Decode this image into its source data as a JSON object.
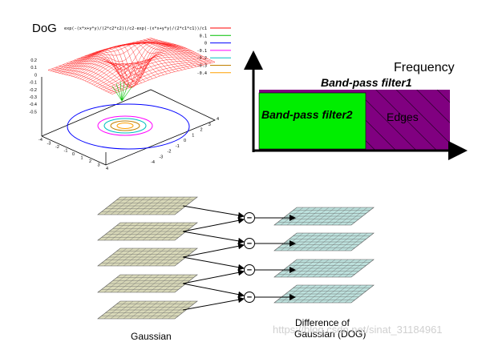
{
  "dog_plot": {
    "title": "DoG",
    "legend": [
      {
        "label": "exp(-(x*x+y*y)/(2*c2*c2))/c2-exp(-(x*x+y*y)/(2*c1*c1))/c1",
        "color": "#ff0000"
      },
      {
        "label": "0.1",
        "color": "#00c000"
      },
      {
        "label": "0",
        "color": "#0000ff"
      },
      {
        "label": "-0.1",
        "color": "#ff00ff"
      },
      {
        "label": "-0.2",
        "color": "#00c0c0"
      },
      {
        "label": "-0.3",
        "color": "#c08000"
      },
      {
        "label": "-0.4",
        "color": "#ffa000"
      }
    ],
    "z_ticks": [
      "0.2",
      "0.1",
      "0",
      "-0.1",
      "-0.2",
      "-0.3",
      "-0.4",
      "-0.5"
    ],
    "x_ticks": [
      "-4",
      "-3",
      "-2",
      "-1",
      "0",
      "1",
      "2",
      "3",
      "4"
    ],
    "y_ticks": [
      "-4",
      "-3",
      "-2",
      "-1",
      "0",
      "1",
      "2",
      "3",
      "4"
    ]
  },
  "freq_diagram": {
    "axis_label": "Frequency",
    "outer_label": "Band-pass filter1",
    "inner_label": "Band-pass filter2",
    "edges_label": "Edges",
    "colors": {
      "outer": "#800080",
      "inner": "#00ee00",
      "axis": "#000000"
    }
  },
  "pyramid": {
    "left_label": "Gaussian",
    "right_label_line1": "Difference of",
    "right_label_line2": "Gaussian (DOG)",
    "operator_symbol": "−",
    "colors": {
      "gaussian": "#d8d8b8",
      "dog": "#bce0dc"
    }
  },
  "watermark": "https://blog.csdn.net/sinat_31184961"
}
